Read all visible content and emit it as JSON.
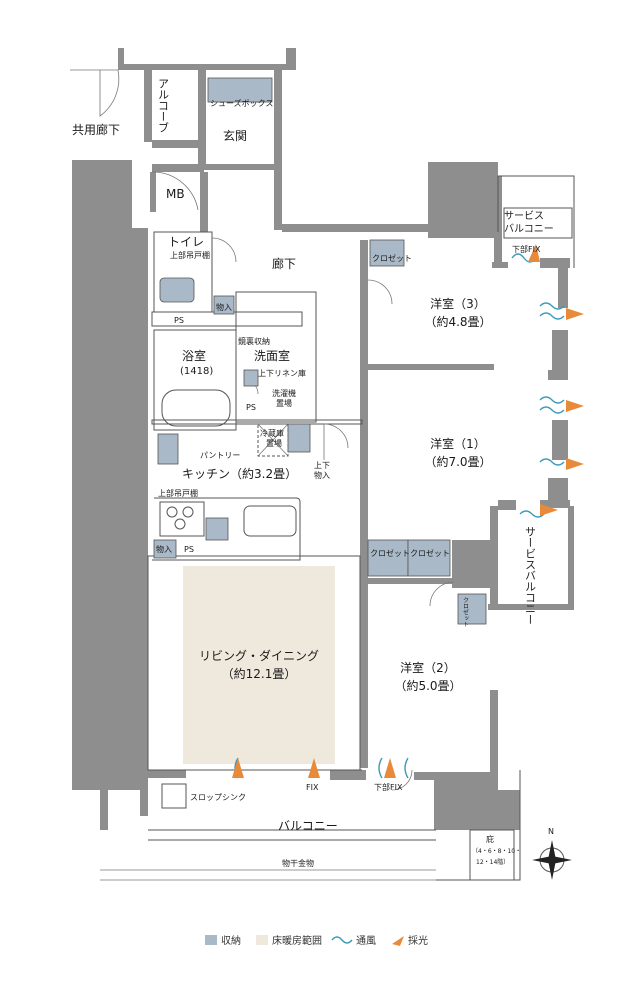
{
  "labels": {
    "common_corridor": "共用廊下",
    "alcove": "アルコーブ",
    "mb": "MB",
    "shoes_box": "シューズボックス",
    "entrance": "玄関",
    "toilet": "トイレ",
    "upper_cabinet_toilet": "上部吊戸棚",
    "storage_small_1": "物入",
    "ps_1": "PS",
    "corridor": "廊下",
    "mirror_storage": "鏡裏収納",
    "washroom": "洗面室",
    "bathroom": "浴室",
    "bathroom_size": "(1418)",
    "linen": "上下リネン庫",
    "washer": "洗濯機",
    "washer_place": "置場",
    "ps_2": "PS",
    "fridge": "冷蔵庫",
    "fridge_place": "置場",
    "pantry": "パントリー",
    "storage_updown": "上下",
    "storage_updown_2": "物入",
    "kitchen": "キッチン（約3.2畳）",
    "upper_cabinet_kitchen": "上部吊戸棚",
    "storage_small_2": "物入",
    "ps_3": "PS",
    "living_line1": "リビング・ダイニング",
    "living_line2": "（約12.1畳）",
    "room3_line1": "洋室（3）",
    "room3_line2": "（約4.8畳）",
    "room1_line1": "洋室（1）",
    "room1_line2": "（約7.0畳）",
    "room2_line1": "洋室（2）",
    "room2_line2": "（約5.0畳）",
    "closet_1": "クロゼット",
    "closet_2": "クロゼット",
    "closet_3": "クロゼット",
    "closet_4": "クロゼット",
    "service_balcony_top_1": "サービス",
    "service_balcony_top_2": "バルコニー",
    "fix_top": "下部FIX",
    "service_balcony_side": "サービスバルコニー",
    "slop_sink": "スロップシンク",
    "fix_bottom": "FIX",
    "fix_bottom_2": "下部FIX",
    "balcony": "バルコニー",
    "laundry_hanger": "物干金物",
    "eaves_1": "庇",
    "eaves_2": "（4・6・8・10・",
    "eaves_3": "12・14階）",
    "north": "N"
  },
  "legend": [
    {
      "label": "収納",
      "color": "#a9b9c8"
    },
    {
      "label": "床暖房範囲",
      "color": "#efe9dd"
    },
    {
      "label": "通風",
      "color": "#3a9ab8"
    },
    {
      "label": "採光",
      "color": "#e88a3a"
    }
  ]
}
